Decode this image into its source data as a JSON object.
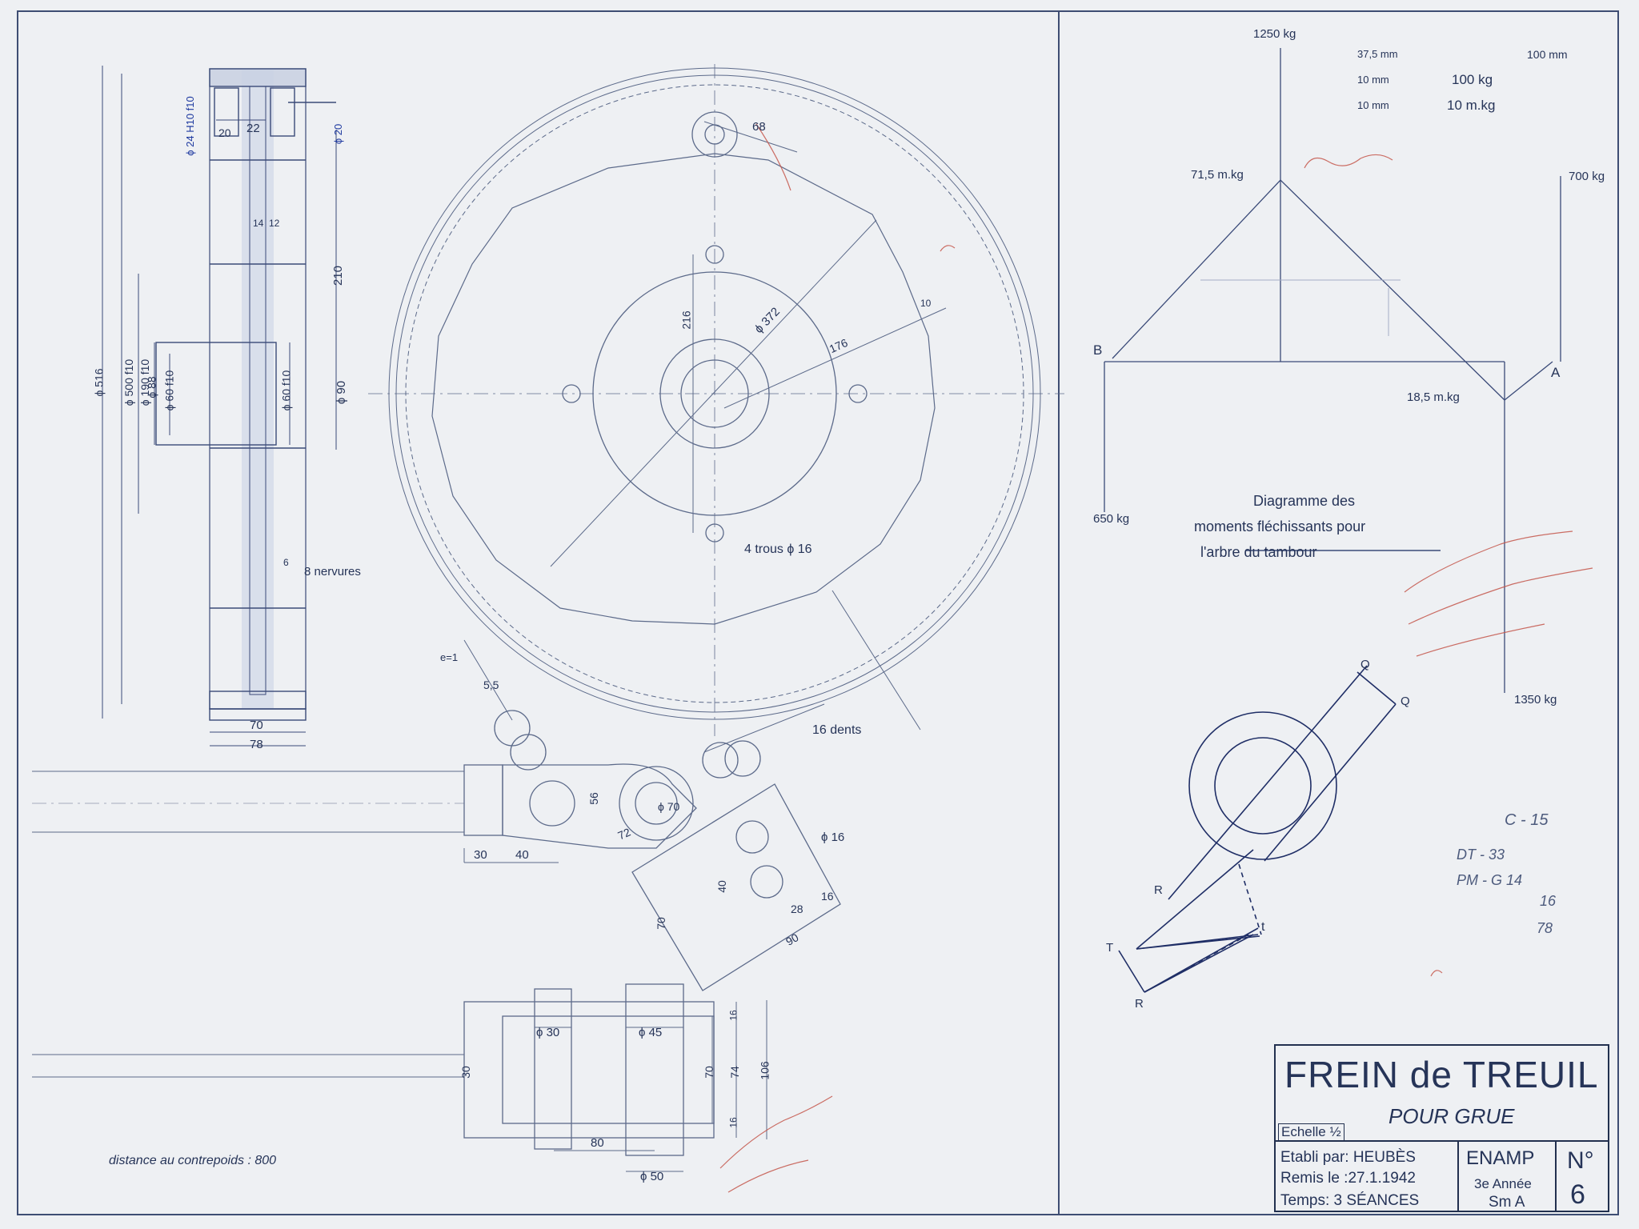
{
  "title_block": {
    "title": "FREIN de TREUIL",
    "subtitle": "POUR GRUE",
    "scale": "Echelle ½",
    "etabli": "Etabli par: HEUBÈS",
    "remis": "Remis le :27.1.1942",
    "temps": "Temps: 3 SÉANCES",
    "school": "ENAMP",
    "year": "3e Année",
    "section": "Sm A",
    "number_label": "N°",
    "number": "6"
  },
  "drawing_notes": {
    "nervures": "8 nervures",
    "trous": "4 trous ϕ 16",
    "dents": "16 dents",
    "e1": "e=1",
    "contrepoids": "distance au contrepoids : 800"
  },
  "dimensions": {
    "side": [
      "ϕ 516",
      "ϕ 500 f10",
      "ϕ 190 f10",
      "ϕ 88",
      "ϕ 60 f10",
      "ϕ 60 f10",
      "ϕ 90",
      "ϕ 24 H10 f10",
      "ϕ 20",
      "20",
      "22",
      "14",
      "12",
      "210",
      "6",
      "70",
      "78"
    ],
    "wheel": [
      "216",
      "ϕ 372",
      "176",
      "10",
      "68",
      "5,5"
    ],
    "lever": [
      "56",
      "ϕ 70",
      "72",
      "30",
      "40",
      "ϕ 16",
      "40",
      "28",
      "16",
      "90",
      "70"
    ],
    "bottom": [
      "ϕ 30",
      "ϕ 45",
      "30",
      "70",
      "74",
      "106",
      "16",
      "16",
      "80",
      "ϕ 50"
    ]
  },
  "moment_diagram": {
    "title_lines": [
      "Diagramme des",
      "moments fléchissants pour",
      "l'arbre du tambour"
    ],
    "scale_lines": [
      {
        "a": "37,5 mm",
        "b": "100 mm"
      },
      {
        "a": "10 mm",
        "b": "100 kg"
      },
      {
        "a": "10 mm",
        "b": "10 m.kg"
      }
    ],
    "labels": {
      "top_force": "1250 kg",
      "right_force": "700 kg",
      "left_force": "650 kg",
      "bottom_force": "1350 kg",
      "max_moment": "71,5 m.kg",
      "min_moment": "18,5 m.kg",
      "point_a": "A",
      "point_b": "B"
    }
  },
  "force_diagram": {
    "labels": [
      "Q",
      "Q",
      "R",
      "R",
      "T",
      "t"
    ]
  },
  "grading_notes": [
    "C - 15",
    "DT - 33",
    "PM - G 14",
    "16",
    "78"
  ],
  "colors": {
    "paper": "#eef0f3",
    "pencil": "#5c6a8a",
    "ink": "#1f2e66",
    "red": "#c4564a"
  }
}
